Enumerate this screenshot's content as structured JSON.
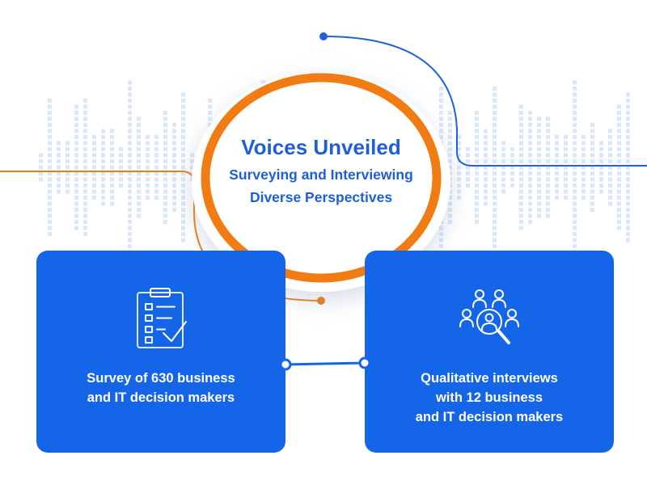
{
  "header": {
    "title": "Voices Unveiled",
    "subtitle_line1": "Surveying and Interviewing",
    "subtitle_line2": "Diverse Perspectives"
  },
  "cards": [
    {
      "icon": "clipboard-checklist-icon",
      "line1": "Survey of 630 business",
      "line2": "and IT decision makers"
    },
    {
      "icon": "people-search-icon",
      "line1": "Qualitative interviews",
      "line2": "with 12 business",
      "line3": "and IT decision makers"
    }
  ],
  "colors": {
    "card_blue": "#1565e8",
    "ring_orange": "#f07c13",
    "title_blue": "#1f5fd6",
    "wave_blue": "#dbe6f9",
    "line_blue": "#1c63e0"
  }
}
